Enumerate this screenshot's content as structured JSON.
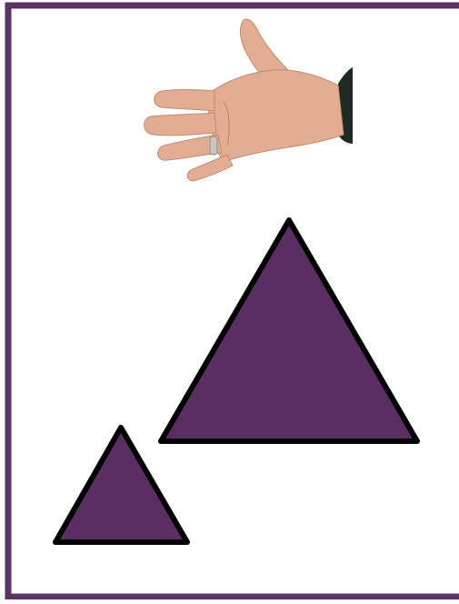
{
  "colors": {
    "frame": "#5b3466",
    "triangle_fill": "#5a2e62",
    "triangle_stroke": "#000000",
    "background": "#ffffff",
    "skin": "#e2ad92",
    "skin_shadow": "#c38a72",
    "sleeve": "#1f2a22",
    "ring": "#c9c6c0"
  },
  "scene": {
    "hand": {
      "icon": "hand-icon",
      "pointing": "left"
    },
    "shapes": [
      {
        "name": "large-triangle",
        "shape": "triangle"
      },
      {
        "name": "small-triangle",
        "shape": "triangle"
      }
    ]
  }
}
